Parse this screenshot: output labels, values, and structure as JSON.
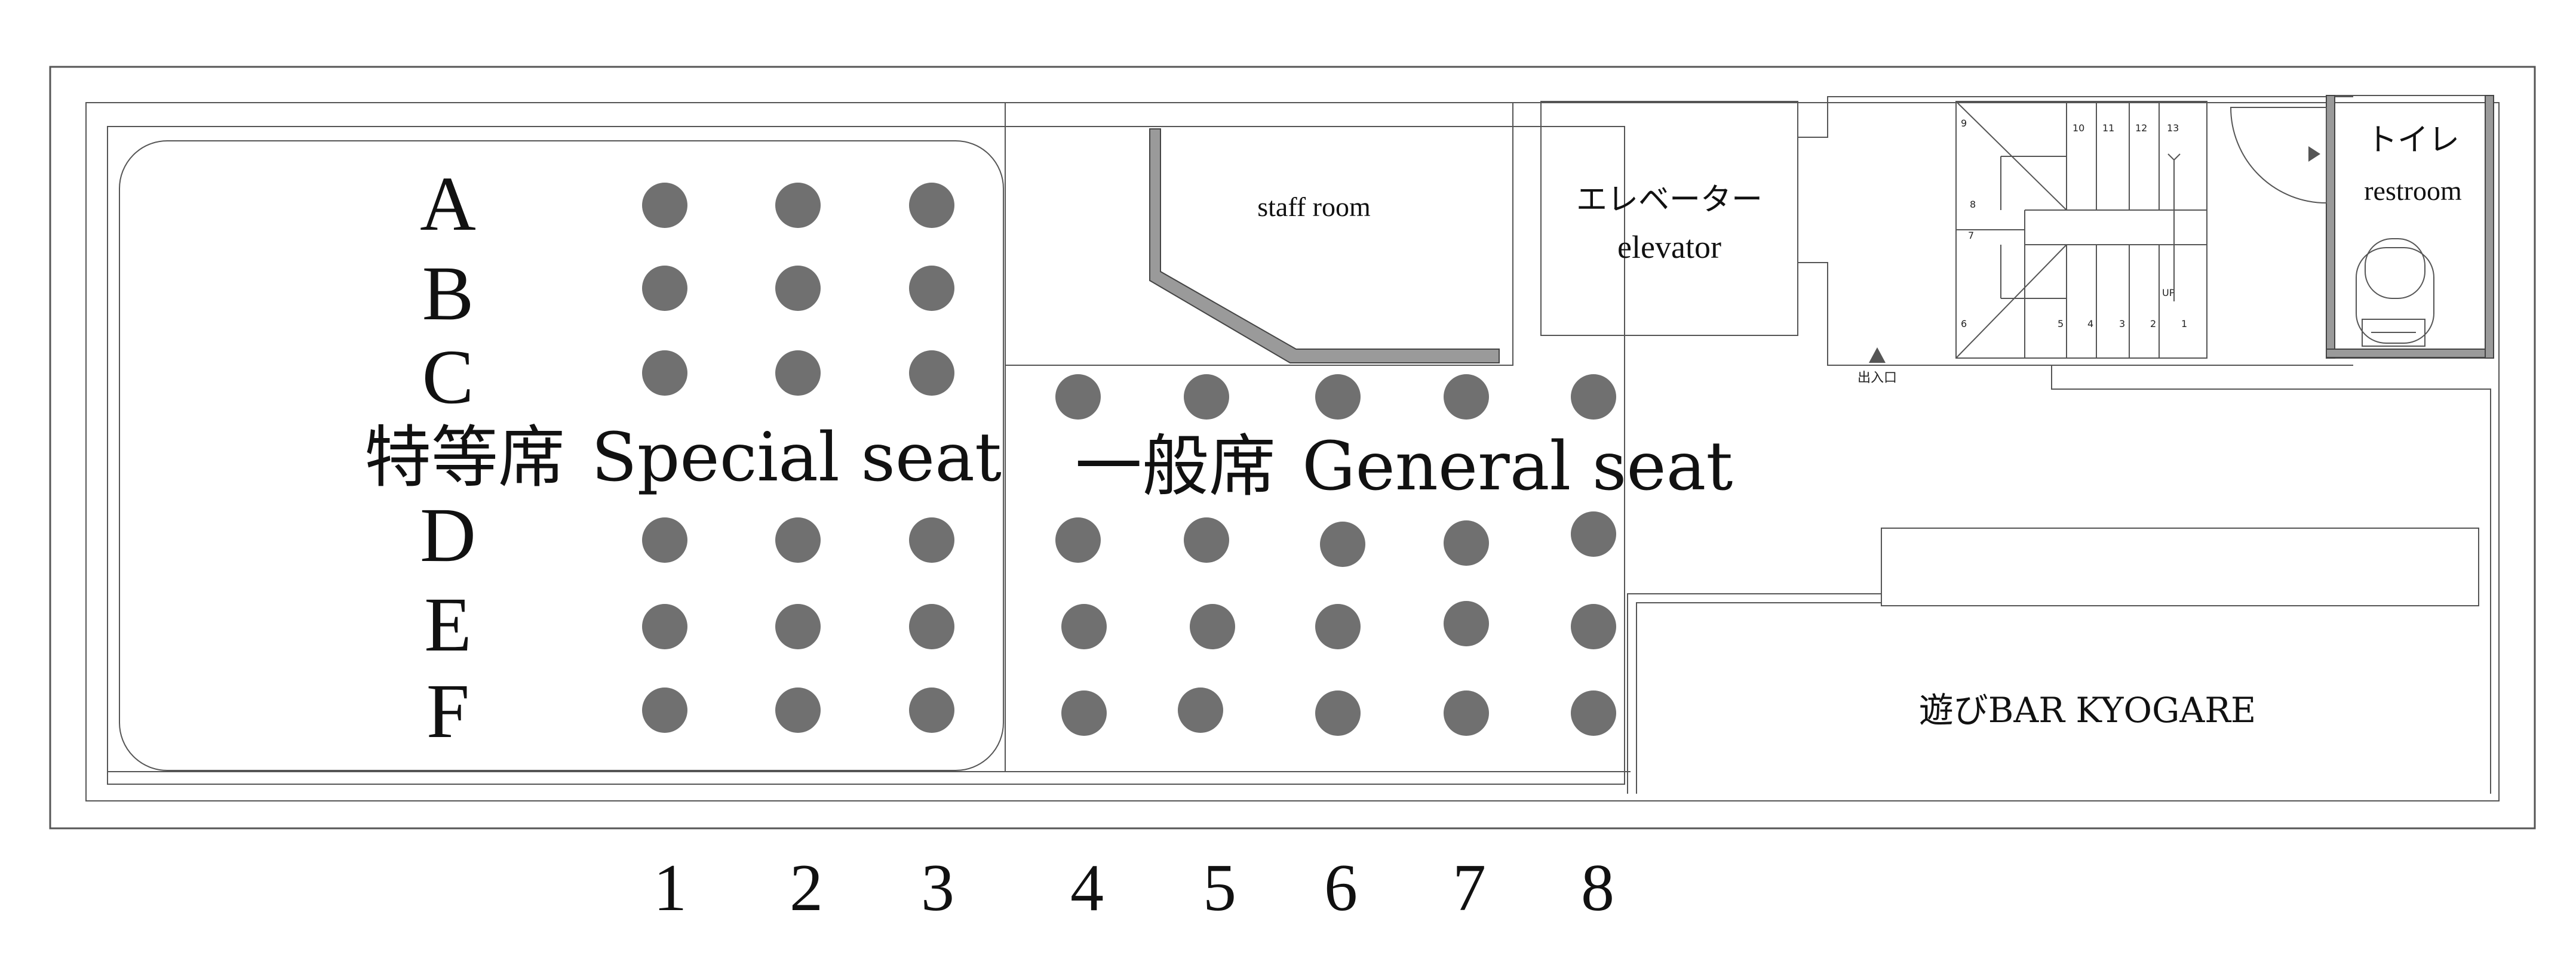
{
  "rows": [
    "A",
    "B",
    "C",
    "D",
    "E",
    "F"
  ],
  "columns": [
    "1",
    "2",
    "3",
    "4",
    "5",
    "6",
    "7",
    "8"
  ],
  "special_section": {
    "label_jp": "特等席",
    "label_en": "Special seat"
  },
  "general_section": {
    "label_jp": "一般席",
    "label_en": "General seat"
  },
  "rooms": {
    "staff_room": "staff room",
    "elevator_jp": "エレベーター",
    "elevator_en": "elevator",
    "restroom_jp": "トイレ",
    "restroom_en": "restroom",
    "entrance": "出入口",
    "bar": "遊びBAR KYOGARE"
  },
  "stairs": {
    "up_label": "UP",
    "steps": [
      "1",
      "2",
      "3",
      "4",
      "5",
      "6",
      "7",
      "8",
      "9",
      "10",
      "11",
      "12",
      "13"
    ]
  },
  "colors": {
    "seat": "#707070",
    "wall": "#555555",
    "wall_fill": "#9a9a9a"
  }
}
